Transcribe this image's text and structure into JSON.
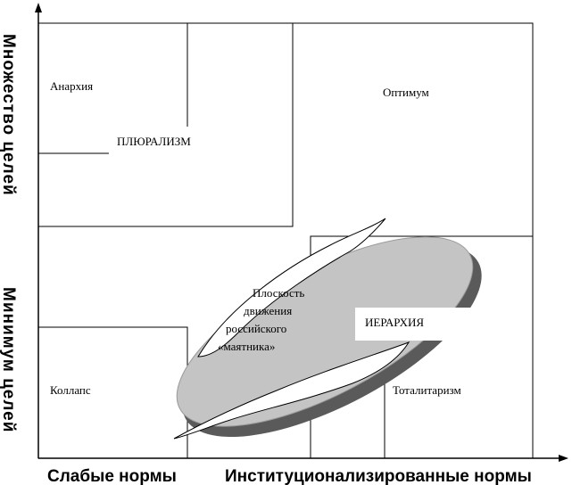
{
  "axes": {
    "y_upper": "Множество целей",
    "y_lower": "Минимум целей",
    "x_left": "Слабые нормы",
    "x_right": "Институционализированные нормы"
  },
  "regions": {
    "anarchy": "Анархия",
    "optimum": "Оптимум",
    "pluralism": "ПЛЮРАЛИЗМ",
    "collapse": "Коллапс",
    "totalitarism": "Тоталитаризм",
    "hierarchy": "ИЕРАРХИЯ"
  },
  "ellipse_label": {
    "line1": "Плоскость",
    "line2": "движения",
    "line3": "российского",
    "line4": "«маятника»"
  }
}
